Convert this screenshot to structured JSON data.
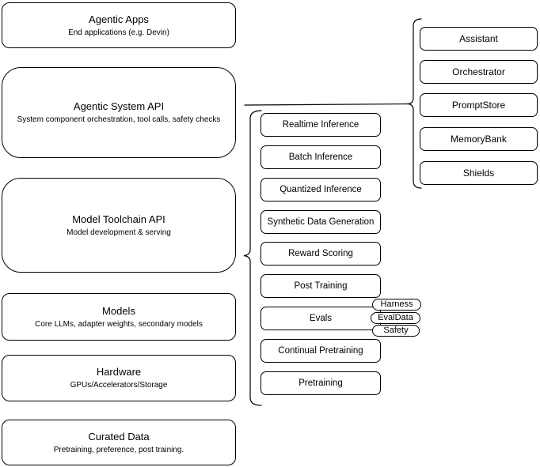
{
  "diagram": {
    "left_stack": [
      {
        "title": "Agentic Apps",
        "subtitle": "End applications (e.g. Devin)"
      },
      {
        "title": "Agentic System API",
        "subtitle": "System component orchestration, tool calls, safety checks"
      },
      {
        "title": "Model Toolchain API",
        "subtitle": "Model development & serving"
      },
      {
        "title": "Models",
        "subtitle": "Core LLMs, adapter weights, secondary models"
      },
      {
        "title": "Hardware",
        "subtitle": "GPUs/Accelerators/Storage"
      },
      {
        "title": "Curated Data",
        "subtitle": "Pretraining, preference, post training."
      }
    ],
    "toolchain": {
      "items": [
        "Realtime Inference",
        "Batch Inference",
        "Quantized Inference",
        "Synthetic Data Generation",
        "Reward Scoring",
        "Post Training",
        "Evals",
        "Continual Pretraining",
        "Pretraining"
      ],
      "eval_tags": [
        "Harness",
        "EvalData",
        "Safety"
      ]
    },
    "system_components": [
      "Assistant",
      "Orchestrator",
      "PromptStore",
      "MemoryBank",
      "Shields"
    ],
    "colors": {
      "stroke": "#000000",
      "fill": "#ffffff",
      "text": "#000000",
      "background": "#ffffff"
    }
  }
}
